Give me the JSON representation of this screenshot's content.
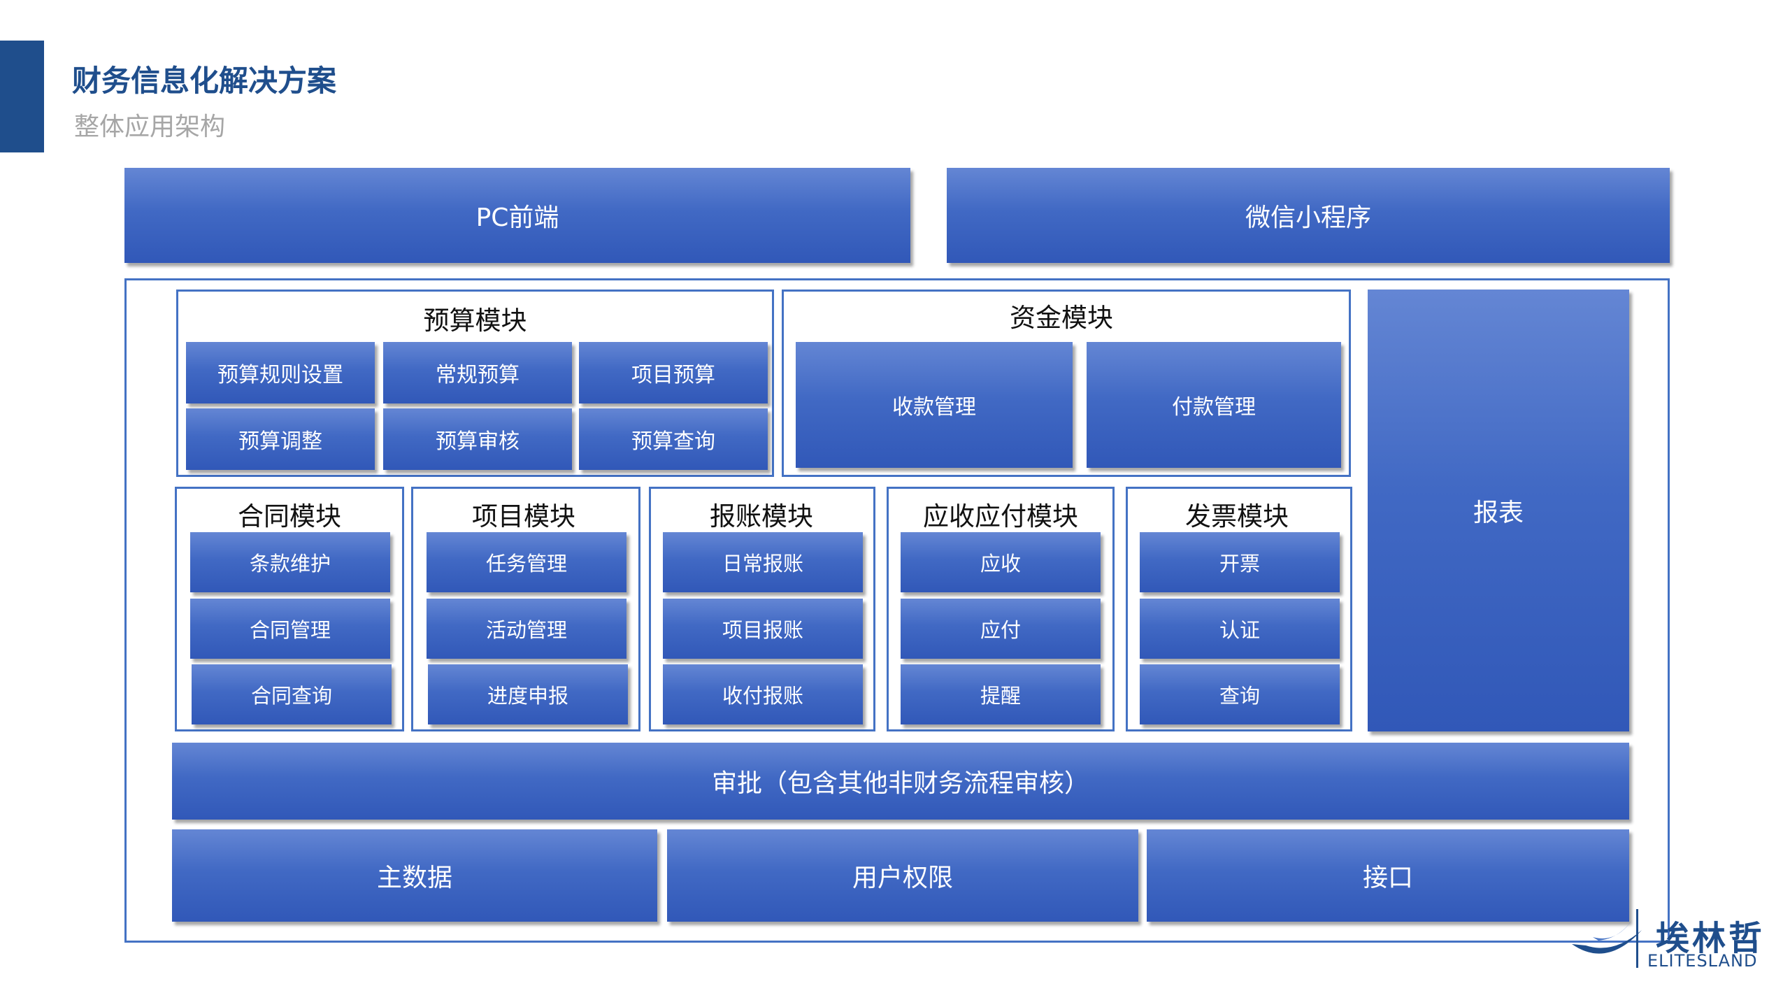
{
  "header": {
    "title": "财务信息化解决方案",
    "subtitle": "整体应用架构"
  },
  "frontends": {
    "pc": "PC前端",
    "wechat": "微信小程序"
  },
  "budget": {
    "title": "预算模块",
    "items": [
      "预算规则设置",
      "常规预算",
      "项目预算",
      "预算调整",
      "预算审核",
      "预算查询"
    ]
  },
  "funds": {
    "title": "资金模块",
    "items": [
      "收款管理",
      "付款管理"
    ]
  },
  "report": "报表",
  "modules": [
    {
      "title": "合同模块",
      "items": [
        "条款维护",
        "合同管理",
        "合同查询"
      ]
    },
    {
      "title": "项目模块",
      "items": [
        "任务管理",
        "活动管理",
        "进度申报"
      ]
    },
    {
      "title": "报账模块",
      "items": [
        "日常报账",
        "项目报账",
        "收付报账"
      ]
    },
    {
      "title": "应收应付模块",
      "items": [
        "应收",
        "应付",
        "提醒"
      ]
    },
    {
      "title": "发票模块",
      "items": [
        "开票",
        "认证",
        "查询"
      ]
    }
  ],
  "approval": "审批（包含其他非财务流程审核）",
  "foundation": [
    "主数据",
    "用户权限",
    "接口"
  ],
  "logo": {
    "name": "埃林哲",
    "english": "ELITESLAND"
  },
  "colors": {
    "accent": "#1f4e8c",
    "block": "#4472c4",
    "frame": "#4472c4"
  }
}
